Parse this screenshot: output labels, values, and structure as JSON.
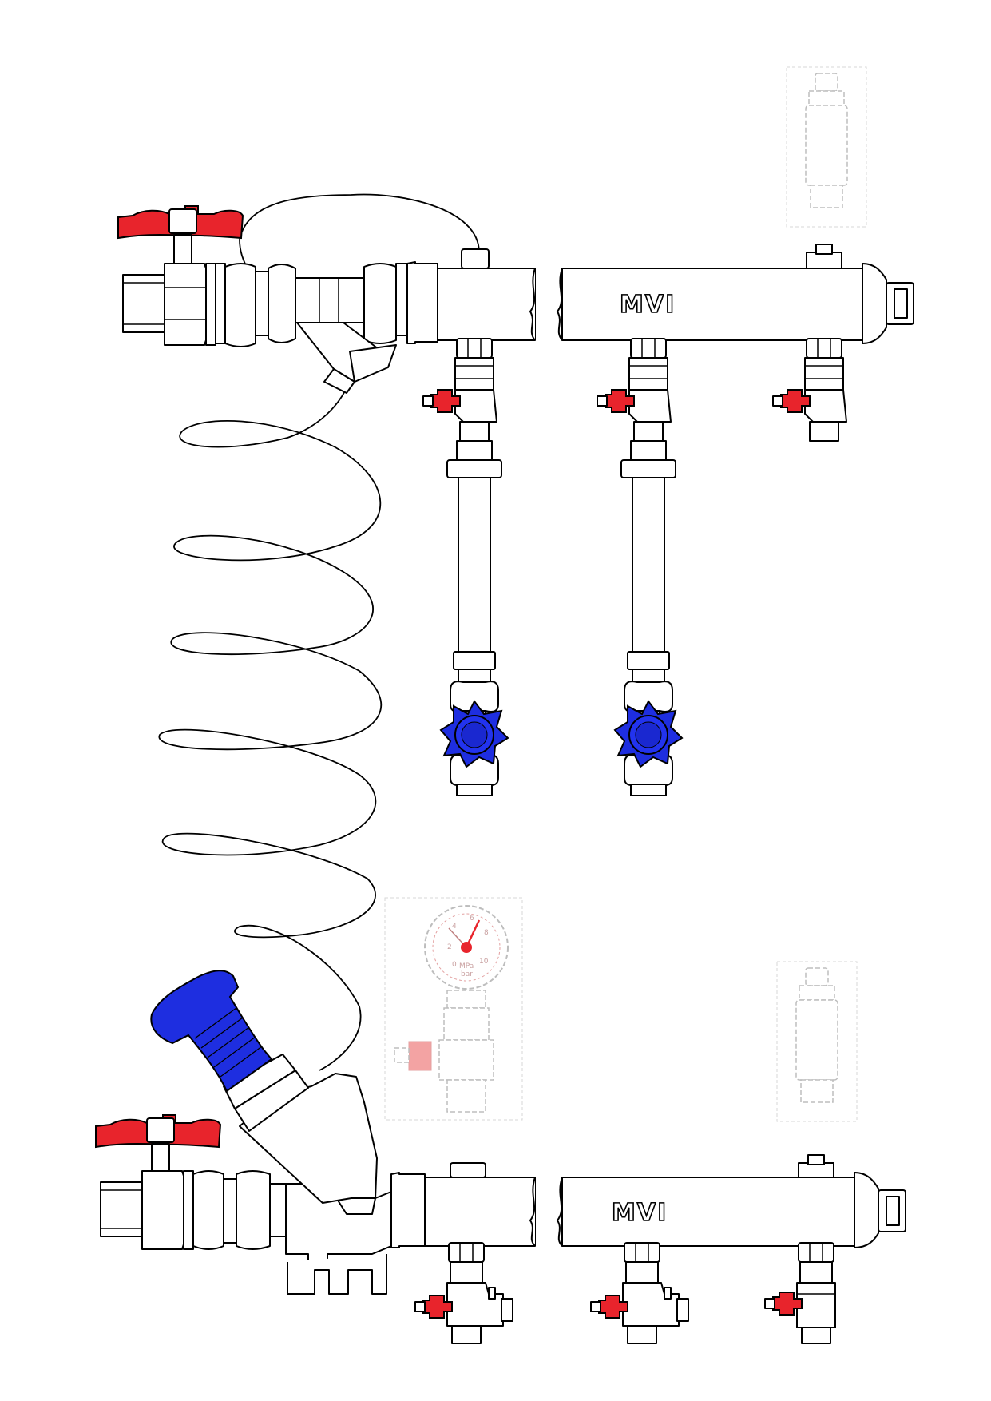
{
  "brand": {
    "top_label": "MVI",
    "bottom_label": "MVI"
  },
  "gauge": {
    "unit": "MPa\nbar",
    "unit_mpa": "MPa",
    "unit_bar": "bar",
    "ticks": [
      "0",
      "2",
      "4",
      "6",
      "8",
      "10"
    ]
  },
  "colors": {
    "handle_red": "#e8242c",
    "knob_blue": "#1e2ee0",
    "ghost": "#bdbdbd",
    "outline": "#000000"
  },
  "icons": [
    "ball-valve-icon",
    "y-strainer-icon",
    "manifold-bar-icon",
    "air-vent-icon",
    "pressure-gauge-icon",
    "balancing-valve-icon",
    "lockshield-valve-icon",
    "flexible-hose-icon"
  ]
}
